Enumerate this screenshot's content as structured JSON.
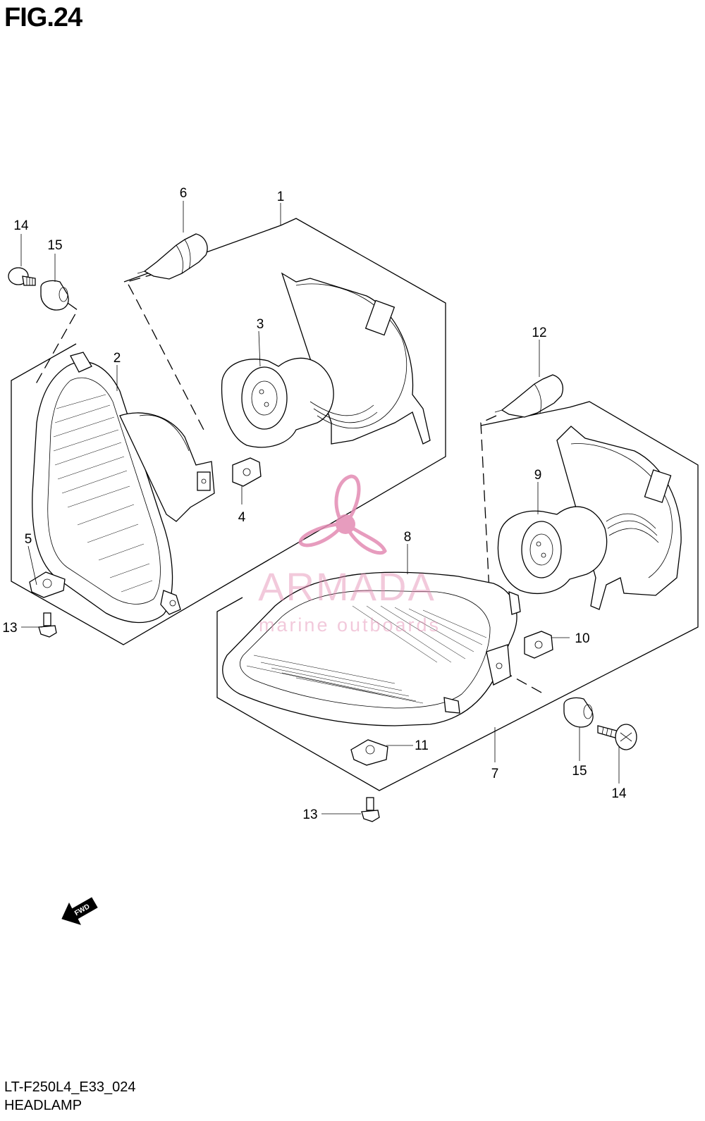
{
  "figure": {
    "title": "FIG.24",
    "part_code": "LT-F250L4_E33_024",
    "part_name": "HEADLAMP"
  },
  "callouts": [
    "1",
    "2",
    "3",
    "4",
    "5",
    "6",
    "7",
    "8",
    "9",
    "10",
    "11",
    "12",
    "13",
    "13",
    "14",
    "14",
    "15",
    "15"
  ],
  "fwd_arrow": {
    "label": "FWD"
  },
  "watermark": {
    "brand": "ARMADA",
    "tagline": "marine outboards",
    "logo_icon": "propeller-icon",
    "color": "#e38bb3"
  }
}
